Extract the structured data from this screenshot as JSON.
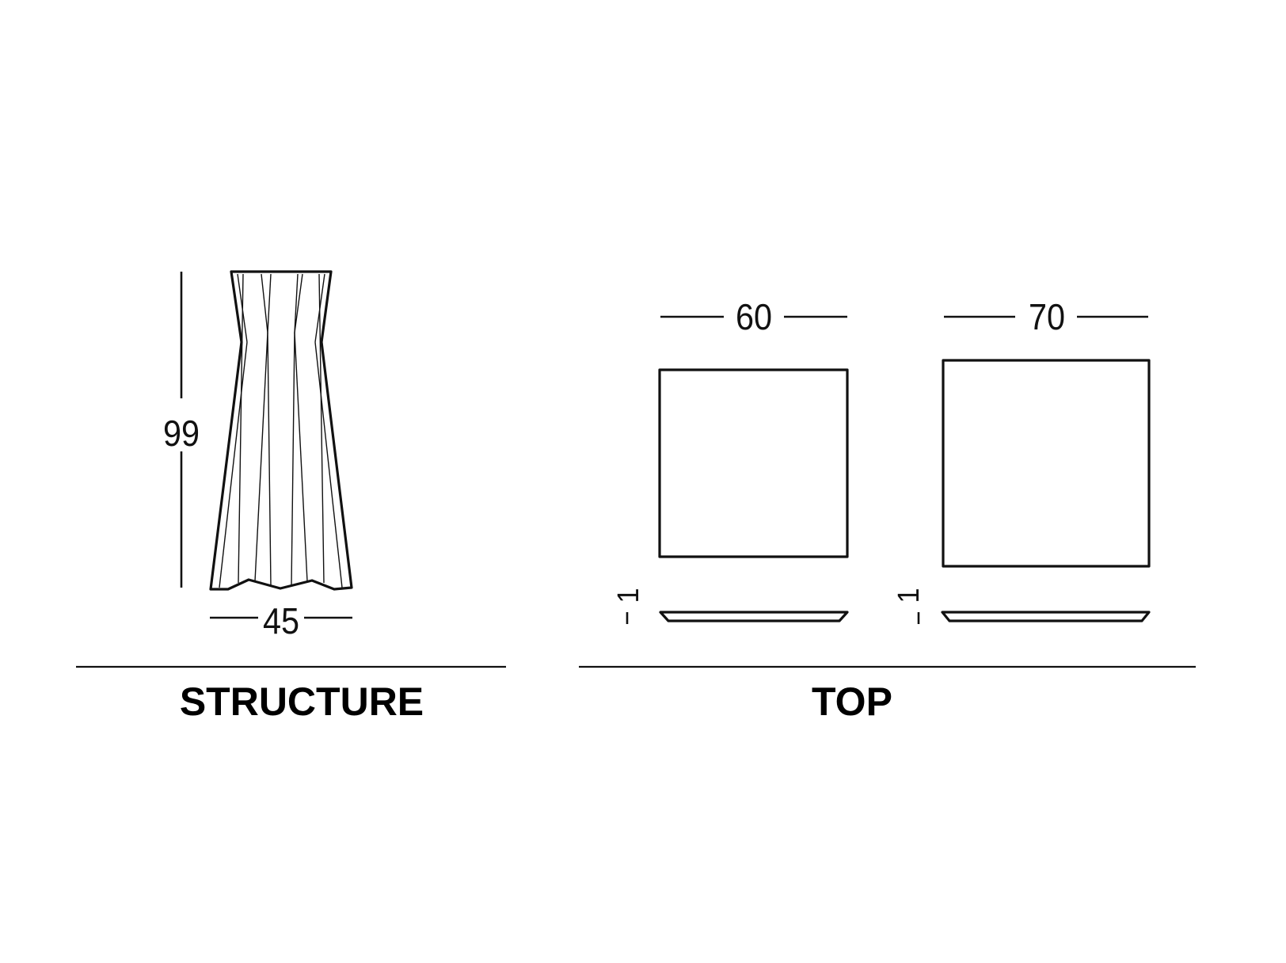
{
  "structure": {
    "label": "STRUCTURE",
    "height_dim": "99",
    "width_dim": "45"
  },
  "top": {
    "label": "TOP",
    "tops": [
      {
        "size_dim": "60",
        "thickness_dim": "1"
      },
      {
        "size_dim": "70",
        "thickness_dim": "1"
      }
    ]
  },
  "colors": {
    "line": "#111111",
    "background": "#ffffff"
  }
}
